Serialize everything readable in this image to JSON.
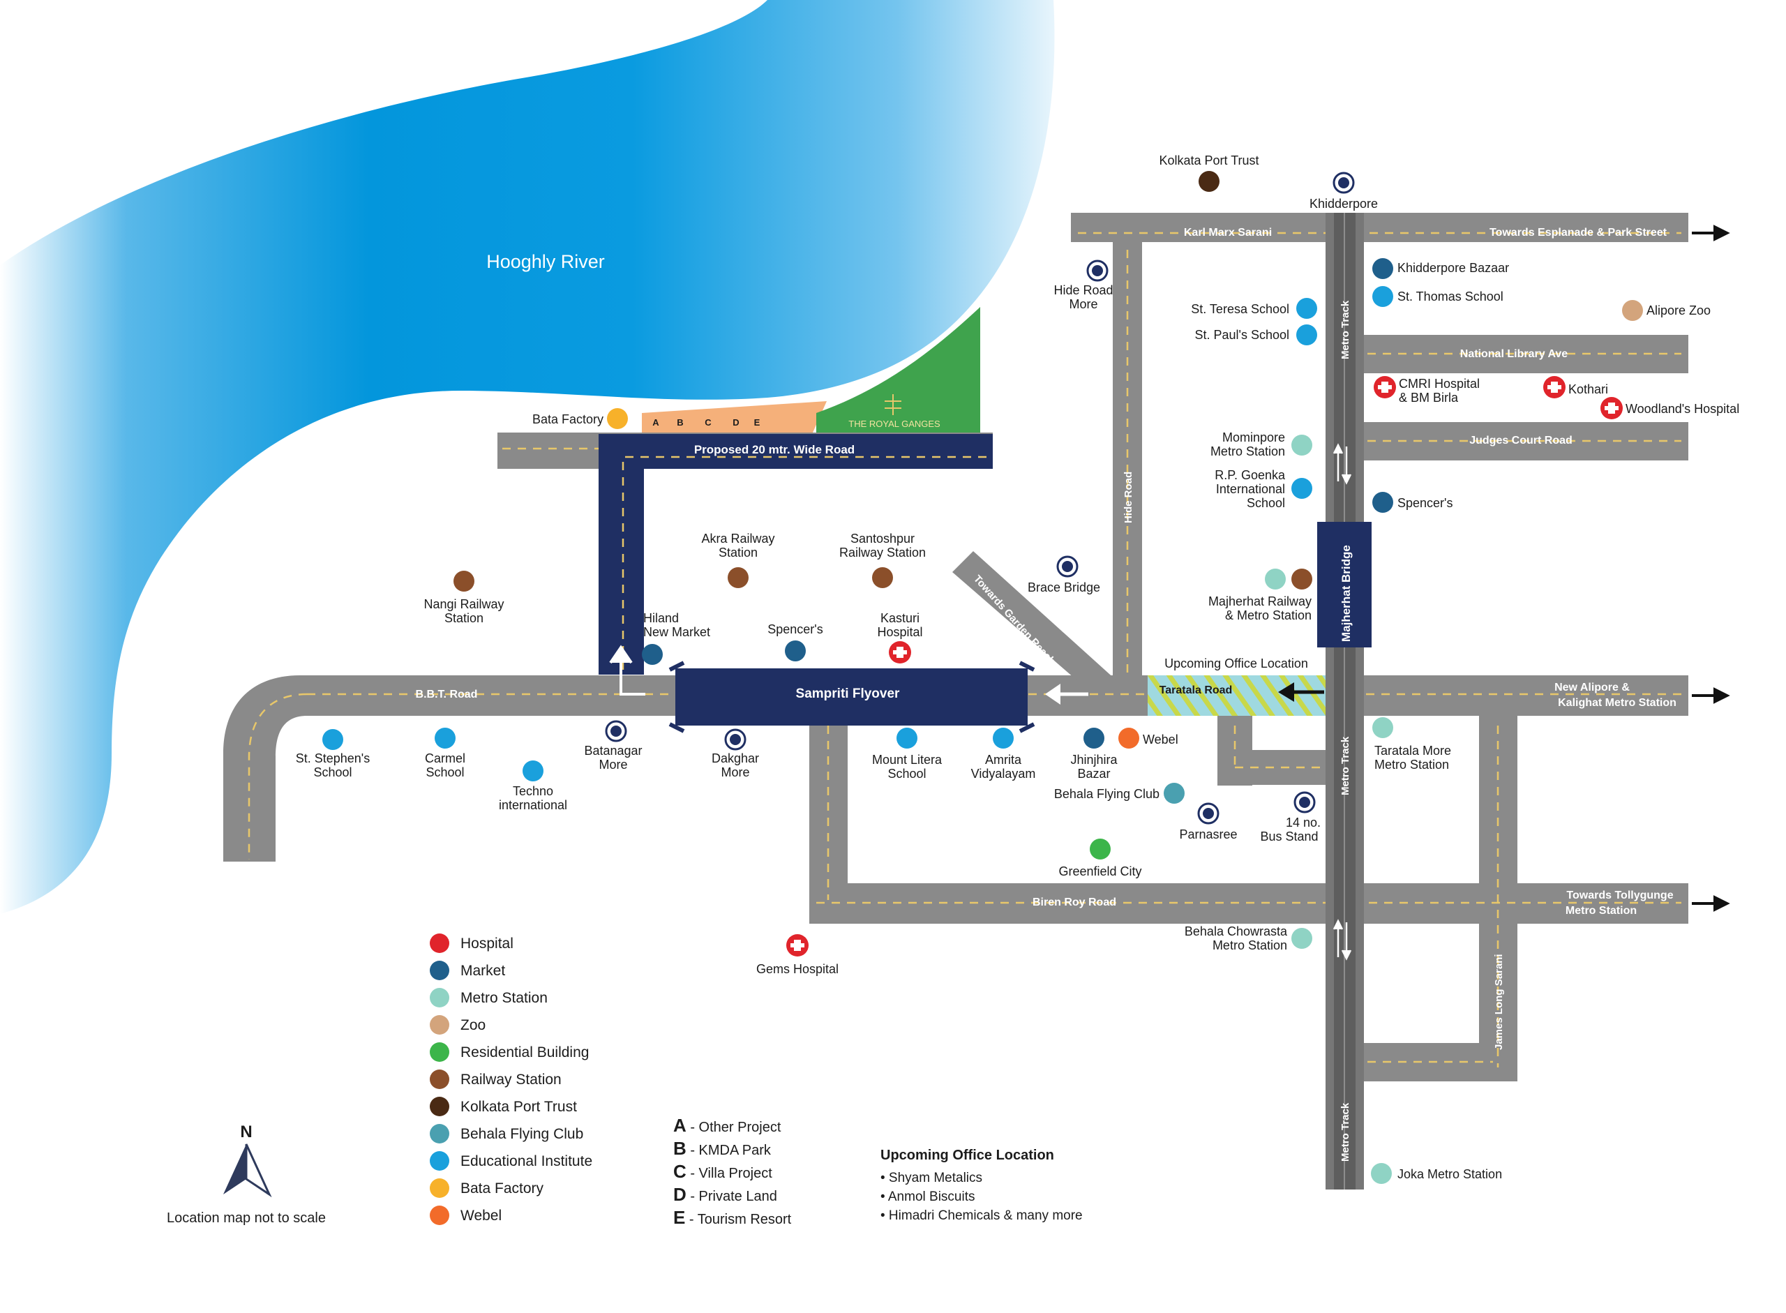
{
  "map": {
    "river": "Hooghly River",
    "compass": "N",
    "scale_note": "Location map not to scale"
  },
  "roads": {
    "karl_marx": "Karl Marx Sarani",
    "esplanade": "Towards Esplanade & Park Street",
    "national_library": "National Library Ave",
    "judges_court": "Judges Court Road",
    "proposed": "Proposed 20 mtr. Wide Road",
    "bbt": "B.B.T. Road",
    "flyover": "Sampriti Flyover",
    "garden_reach": "Towards Garden Reach",
    "hide_road": "Hide Road",
    "taratala": "Taratala Road",
    "new_alipore_1": "New Alipore &",
    "new_alipore_2": "Kalighat Metro Station",
    "biren_roy": "Biren Roy Road",
    "tollygunge_1": "Towards Tollygunge",
    "tollygunge_2": "Metro Station",
    "james_long": "James Long Sarani",
    "metro_track": "Metro Track",
    "majherhat_bridge": "Majherhat Bridge"
  },
  "plots": {
    "a": "A",
    "b": "B",
    "c": "C",
    "d": "D",
    "e": "E",
    "royal_ganges": "THE ROYAL GANGES"
  },
  "places": {
    "kolkata_port_trust": "Kolkata Port Trust",
    "khidderpore": "Khidderpore",
    "hide_road_more_1": "Hide Road",
    "hide_road_more_2": "More",
    "khidderpore_bazaar": "Khidderpore Bazaar",
    "st_thomas": "St. Thomas School",
    "st_teresa": "St. Teresa School",
    "st_pauls": "St. Paul's School",
    "alipore_zoo": "Alipore Zoo",
    "cmri_1": "CMRI Hospital",
    "cmri_2": "& BM Birla",
    "kothari": "Kothari",
    "woodlands": "Woodland's Hospital",
    "bata_factory": "Bata Factory",
    "mominpore_1": "Mominpore",
    "mominpore_2": "Metro Station",
    "rp_goenka_1": "R.P. Goenka",
    "rp_goenka_2": "International",
    "rp_goenka_3": "School",
    "spencers_right": "Spencer's",
    "akra_1": "Akra Railway",
    "akra_2": "Station",
    "santoshpur_1": "Santoshpur",
    "santoshpur_2": "Railway Station",
    "brace_bridge": "Brace Bridge",
    "majherhat_1": "Majherhat Railway",
    "majherhat_2": "& Metro Station",
    "nangi_1": "Nangi Railway",
    "nangi_2": "Station",
    "hiland_1": "Hiland",
    "hiland_2": "New Market",
    "spencers_mid": "Spencer's",
    "kasturi_1": "Kasturi",
    "kasturi_2": "Hospital",
    "upcoming_office": "Upcoming Office Location",
    "st_stephens_1": "St. Stephen's",
    "st_stephens_2": "School",
    "carmel_1": "Carmel",
    "carmel_2": "School",
    "techno_1": "Techno",
    "techno_2": "international",
    "batanagar_1": "Batanagar",
    "batanagar_2": "More",
    "dakghar_1": "Dakghar",
    "dakghar_2": "More",
    "mount_litera_1": "Mount Litera",
    "mount_litera_2": "School",
    "amrita_1": "Amrita",
    "amrita_2": "Vidyalayam",
    "jhinjhira_1": "Jhinjhira",
    "jhinjhira_2": "Bazar",
    "webel": "Webel",
    "taratala_more_1": "Taratala More",
    "taratala_more_2": "Metro Station",
    "behala_flying": "Behala Flying Club",
    "parnasree": "Parnasree",
    "bus_stand_1": "14 no.",
    "bus_stand_2": "Bus Stand",
    "greenfield": "Greenfield City",
    "behala_chowrasta_1": "Behala Chowrasta",
    "behala_chowrasta_2": "Metro Station",
    "gems": "Gems Hospital",
    "joka": "Joka Metro Station"
  },
  "legend": [
    {
      "label": "Hospital",
      "color": "#e0242b"
    },
    {
      "label": "Market",
      "color": "#1f5f8b"
    },
    {
      "label": "Metro Station",
      "color": "#8fd3c4"
    },
    {
      "label": "Zoo",
      "color": "#d3a47c"
    },
    {
      "label": "Residential Building",
      "color": "#3cb54a"
    },
    {
      "label": "Railway Station",
      "color": "#8b4f2a"
    },
    {
      "label": "Kolkata Port Trust",
      "color": "#4a2a14"
    },
    {
      "label": "Behala Flying Club",
      "color": "#4aa0b0"
    },
    {
      "label": "Educational Institute",
      "color": "#1aa0dc"
    },
    {
      "label": "Bata Factory",
      "color": "#f7b12a"
    },
    {
      "label": "Webel",
      "color": "#f26b2a"
    }
  ],
  "key": [
    {
      "letter": "A",
      "text": " - Other Project"
    },
    {
      "letter": "B",
      "text": " - KMDA Park"
    },
    {
      "letter": "C",
      "text": " - Villa Project"
    },
    {
      "letter": "D",
      "text": " - Private Land"
    },
    {
      "letter": "E",
      "text": " - Tourism Resort"
    }
  ],
  "upcoming": {
    "title": "Upcoming Office Location",
    "items": [
      "• Shyam Metalics",
      "• Anmol Biscuits",
      "• Himadri Chemicals & many more"
    ]
  },
  "colors": {
    "road": "#8a8a8a",
    "road_dash": "#e8c76a",
    "navy": "#1f2f63",
    "river_deep": "#009ee0",
    "green": "#3fa34d",
    "plot": "#f5b07a",
    "office_zone": "#9fd9e0"
  }
}
